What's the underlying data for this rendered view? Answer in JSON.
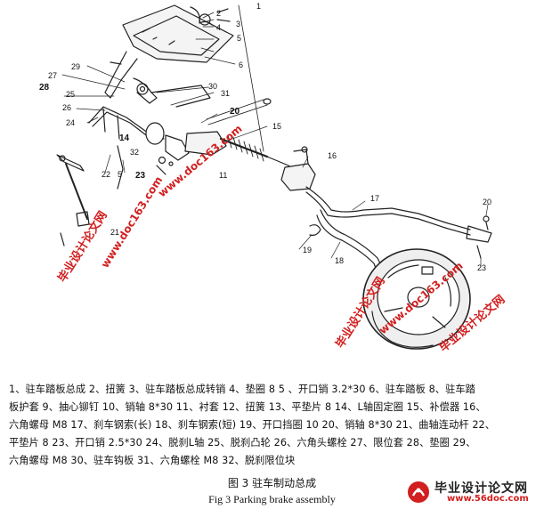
{
  "figure": {
    "callouts": [
      "1",
      "2",
      "3",
      "4",
      "5",
      "6",
      "27",
      "29",
      "28",
      "25",
      "26",
      "24",
      "30",
      "31",
      "20",
      "15",
      "14",
      "32",
      "22",
      "5",
      "23",
      "11",
      "16",
      "17",
      "20",
      "19",
      "18",
      "21",
      "23"
    ],
    "watermarks": {
      "cn_texts": [
        "毕业设计论文网",
        "毕业设计论文网",
        "毕业设计论文网"
      ],
      "url_texts": [
        "www.doc163.com",
        "www.doc163.com",
        "www.doc163.com"
      ]
    }
  },
  "legend": {
    "lines": [
      "1、驻车踏板总成 2、扭簧 3、驻车踏板总成转销  4、垫圈 8  5 、开口销 3.2*30  6、驻车踏板  8、驻车踏",
      "板护套  9、抽心铆钉  10、销轴 8*30  11、衬套  12、扭簧  13、平垫片 8  14、L轴固定圈  15、补偿器  16、",
      "六角螺母 M8  17、刹车钢索(长)  18、刹车钢索(短)  19、开口挡圈 10 20、销轴 8*30 21、曲轴连动杆  22、",
      "平垫片 8  23、开口销 2.5*30 24、脱刹L轴  25、脱刹凸轮  26、六角头螺栓  27、限位套  28、垫圈  29、",
      "六角螺母 M8  30、驻车钩板  31、六角螺栓 M8  32、脱刹限位块"
    ]
  },
  "caption": {
    "zh": "图 3   驻车制动总成",
    "en": "Fig 3 Parking brake assembly"
  },
  "brand": {
    "name": "毕业设计论文网",
    "url": "www.56doc.com"
  },
  "colors": {
    "watermark": "#d21f1f",
    "ink": "#111111"
  }
}
